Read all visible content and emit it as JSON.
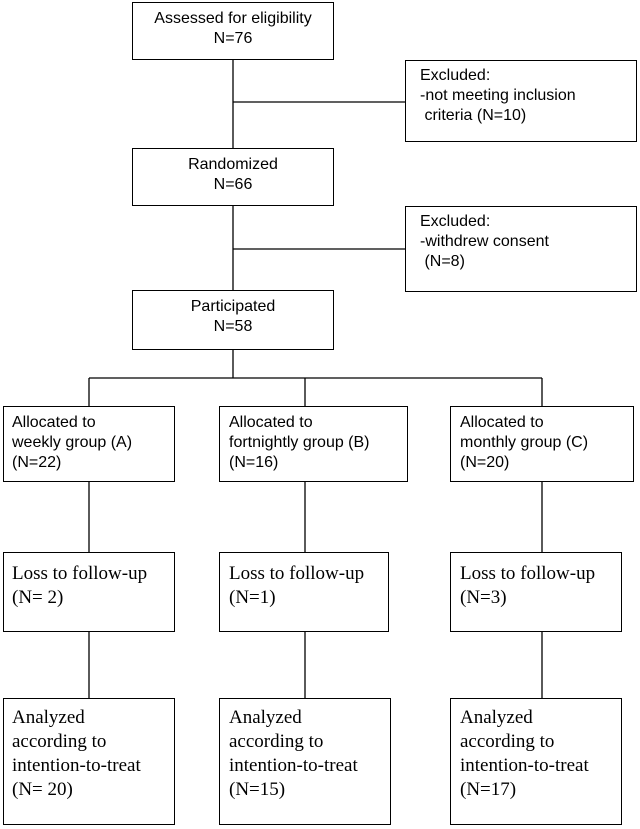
{
  "assessed": {
    "line1": "Assessed for eligibility",
    "line2": "N=76"
  },
  "excluded_1": {
    "line1": "Excluded:",
    "line2": "-not meeting inclusion",
    "line3": " criteria (N=10)"
  },
  "randomized": {
    "line1": "Randomized",
    "line2": "N=66"
  },
  "excluded_2": {
    "line1": "Excluded:",
    "line2": "-withdrew consent",
    "line3": " (N=8)"
  },
  "participated": {
    "line1": "Participated",
    "line2": "N=58"
  },
  "groups": [
    {
      "allocated": {
        "line1": "Allocated to",
        "line2": "weekly group (A)",
        "line3": "(N=22)"
      },
      "loss": {
        "line1": "Loss to follow-up",
        "line2": "(N= 2)"
      },
      "analyzed": {
        "line1": "Analyzed",
        "line2": "according to",
        "line3": "intention-to-treat",
        "line4": "(N= 20)"
      }
    },
    {
      "allocated": {
        "line1": "Allocated to",
        "line2": "fortnightly group (B)",
        "line3": "(N=16)"
      },
      "loss": {
        "line1": "Loss to follow-up",
        "line2": "(N=1)"
      },
      "analyzed": {
        "line1": "Analyzed",
        "line2": "according to",
        "line3": "intention-to-treat",
        "line4": "(N=15)"
      }
    },
    {
      "allocated": {
        "line1": "Allocated to",
        "line2": "monthly group (C)",
        "line3": "(N=20)"
      },
      "loss": {
        "line1": "Loss to follow-up",
        "line2": "(N=3)"
      },
      "analyzed": {
        "line1": "Analyzed",
        "line2": "according to",
        "line3": "intention-to-treat",
        "line4": "(N=17)"
      }
    }
  ]
}
